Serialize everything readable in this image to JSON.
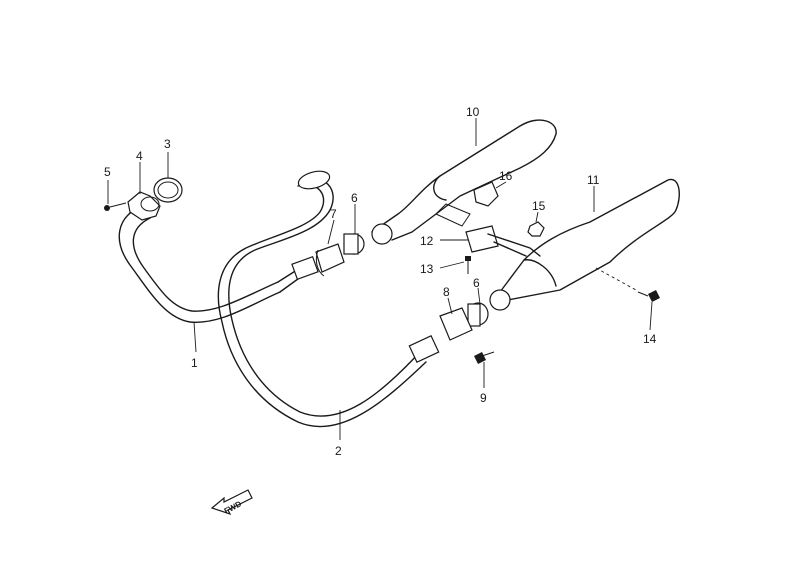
{
  "callouts": {
    "c1": "1",
    "c2": "2",
    "c3": "3",
    "c4": "4",
    "c5": "5",
    "c6a": "6",
    "c6b": "6",
    "c7": "7",
    "c8": "8",
    "c9": "9",
    "c10": "10",
    "c11": "11",
    "c12": "12",
    "c13": "13",
    "c14": "14",
    "c15": "15",
    "c16": "16"
  },
  "direction_marker": {
    "label": "FWD"
  }
}
